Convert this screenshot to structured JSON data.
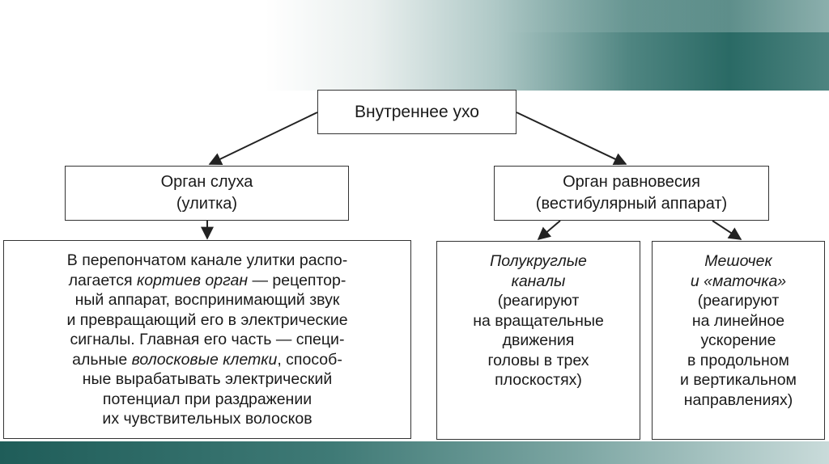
{
  "root": {
    "label": "Внутреннее ухо"
  },
  "hearing": {
    "line1": "Орган слуха",
    "line2": "(улитка)"
  },
  "balance": {
    "line1": "Орган равновесия",
    "line2": "(вестибулярный аппарат)"
  },
  "hearing_desc": {
    "l1": "В перепончатом канале улитки распо-",
    "l2a": "лагается ",
    "l2b": "кортиев орган",
    "l2c": " — рецептор-",
    "l3": "ный аппарат, воспринимающий звук",
    "l4": "и превращающий его в электрические",
    "l5": "сигналы. Главная его часть — специ-",
    "l6a": "альные ",
    "l6b": "волосковые клетки",
    "l6c": ", способ-",
    "l7": "ные вырабатывать электрический",
    "l8": "потенциал при раздражении",
    "l9": "их чувствительных волосков"
  },
  "canals": {
    "l1": "Полукруглые",
    "l2": "каналы",
    "l3": "(реагируют",
    "l4": "на вращательные",
    "l5": "движения",
    "l6": "головы в трех",
    "l7": "плоскостях)"
  },
  "sac": {
    "l1": "Мешочек",
    "l2": "и «маточка»",
    "l3": "(реагируют",
    "l4": "на линейное",
    "l5": "ускорение",
    "l6": "в продольном",
    "l7": "и вертикальном",
    "l8": "направлениях)"
  },
  "colors": {
    "teal_dark": "#2a6a65",
    "teal_light": "#aec8c6",
    "line": "#222222"
  }
}
